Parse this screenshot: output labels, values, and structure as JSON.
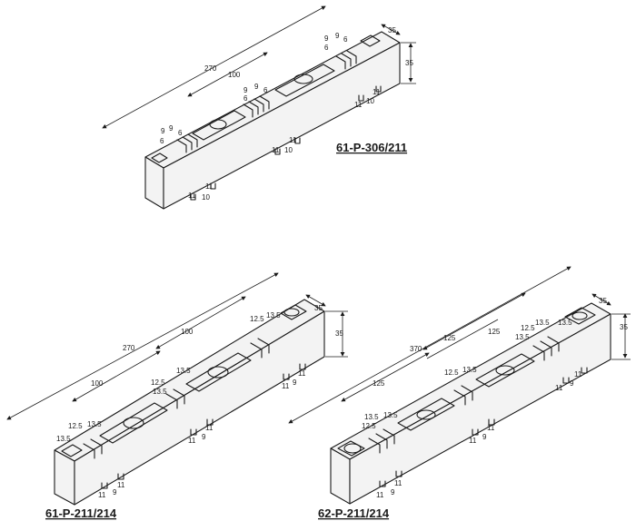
{
  "parts": [
    {
      "code": "61-P-306/211",
      "dims": {
        "length": "270",
        "spacing": "100",
        "width": "35",
        "height": "35",
        "fin": "9",
        "fin_gap": "6",
        "notch": "11",
        "notch_gap": "10"
      }
    },
    {
      "code": "61-P-211/214",
      "dims": {
        "length": "270",
        "spacing_a": "100",
        "spacing_b": "100",
        "width": "35",
        "height": "35",
        "step_a": "12.5",
        "step_b": "13.5",
        "notch": "11",
        "notch_gap": "9"
      }
    },
    {
      "code": "62-P-211/214",
      "dims": {
        "length": "370",
        "spacing_a": "125",
        "spacing_b": "125",
        "spacing_c": "125",
        "width": "35",
        "height": "35",
        "step_a": "12.5",
        "step_b": "13.5",
        "notch": "11",
        "notch_gap": "9"
      }
    }
  ]
}
